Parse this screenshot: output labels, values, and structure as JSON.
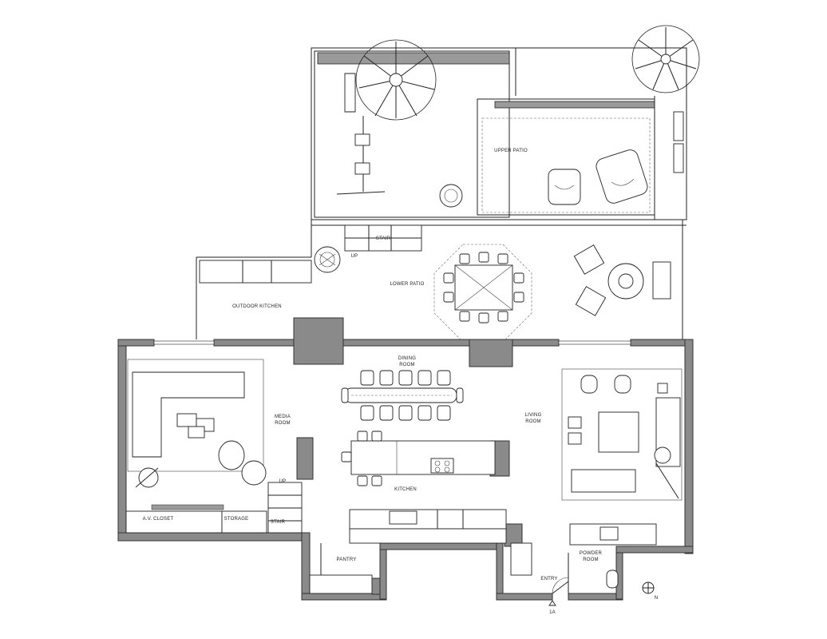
{
  "title": "",
  "rooms": {
    "upper_patio": "UPPER PATIO",
    "stair_upper": "STAIR",
    "up_upper": "UP",
    "lower_patio": "LOWER PATIO",
    "outdoor_kitchen": "OUTDOOR KITCHEN",
    "dining_room_1": "DINING",
    "dining_room_2": "ROOM",
    "media_room_1": "MEDIA",
    "media_room_2": "ROOM",
    "living_room_1": "LIVING",
    "living_room_2": "ROOM",
    "kitchen": "KITCHEN",
    "av_closet": "A.V. CLOSET",
    "storage": "STORAGE",
    "stair_lower": "STAIR",
    "up_lower": "UP",
    "pantry": "PANTRY",
    "powder_room_1": "POWDER",
    "powder_room_2": "ROOM",
    "entry": "ENTRY",
    "section_marker": "1A",
    "north": "N"
  },
  "colors": {
    "wall_fill": "#8a8a8a",
    "line": "#222222",
    "background": "#ffffff"
  }
}
